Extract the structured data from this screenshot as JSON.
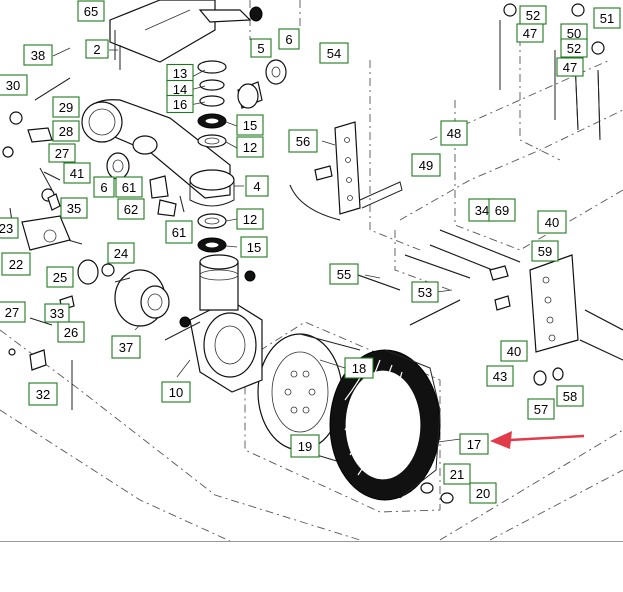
{
  "diagram": {
    "type": "exploded-parts-diagram",
    "labels": [
      "65",
      "52",
      "51",
      "2",
      "47",
      "50",
      "52",
      "47",
      "38",
      "5",
      "6",
      "54",
      "30",
      "13",
      "14",
      "16",
      "29",
      "28",
      "15",
      "12",
      "56",
      "48",
      "27",
      "41",
      "6",
      "61",
      "4",
      "49",
      "62",
      "35",
      "34",
      "69",
      "40",
      "23",
      "61",
      "12",
      "22",
      "25",
      "24",
      "15",
      "59",
      "55",
      "53",
      "27",
      "33",
      "26",
      "37",
      "18",
      "40",
      "43",
      "57",
      "58",
      "10",
      "32",
      "19",
      "17",
      "21",
      "20"
    ],
    "callout": {
      "label": "17",
      "arrow_color": "#e23b4a"
    },
    "colors": {
      "label_border": "#1f7a1f",
      "arrow": "#e23b4a",
      "ink": "#111111"
    }
  }
}
